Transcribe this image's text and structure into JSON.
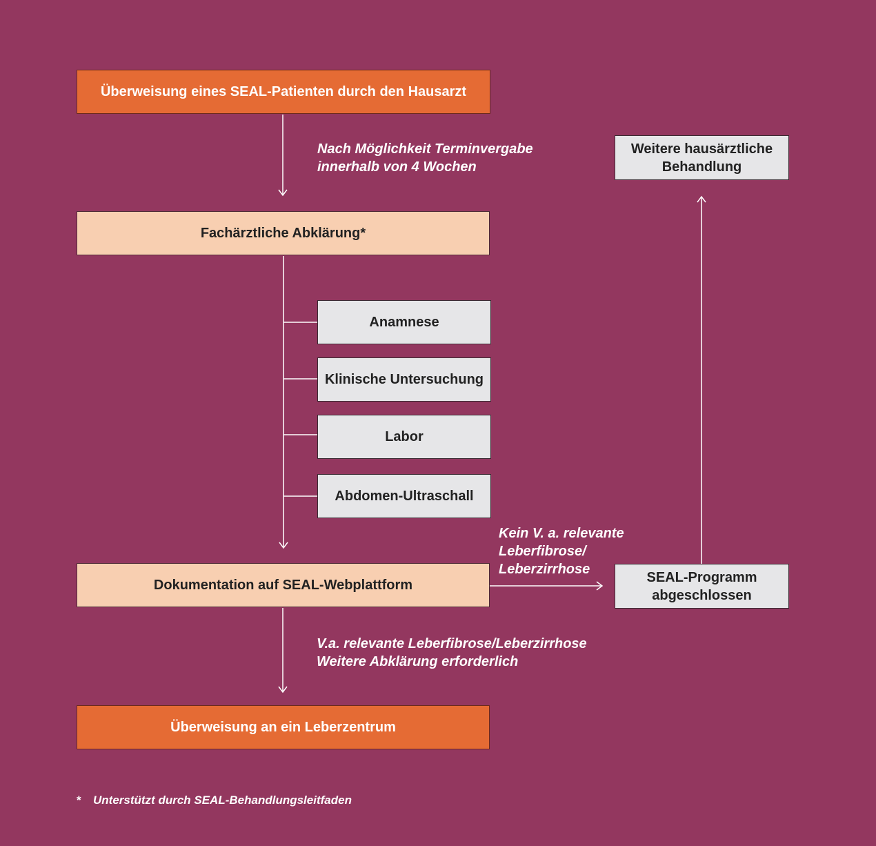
{
  "boxes": {
    "referral_gp": "Überweisung eines SEAL-Patienten durch den Hausarzt",
    "specialist_clarification": "Fachärztliche Abklärung*",
    "anamnesis": "Anamnese",
    "clinical_exam": "Klinische Untersuchung",
    "lab": "Labor",
    "abdomen_ultrasound": "Abdomen-Ultraschall",
    "documentation": "Dokumentation auf SEAL-Webplattform",
    "referral_liver_center": "Überweisung an ein Leberzentrum",
    "further_gp_treatment": [
      "Weitere hausärztliche",
      "Behandlung"
    ],
    "program_completed": [
      "SEAL-Programm",
      "abgeschlossen"
    ]
  },
  "annotations": {
    "appointment": [
      "Nach Möglichkeit Terminvergabe",
      "innerhalb von 4 Wochen"
    ],
    "no_suspicion": [
      "Kein V. a. relevante",
      "Leberfibrose/",
      "Leberzirrhose"
    ],
    "suspicion": [
      "V.a. relevante Leberfibrose/Leberzirrhose",
      "Weitere Abklärung erforderlich"
    ]
  },
  "footnote": {
    "marker": "*",
    "text": "Unterstützt durch SEAL-Behandlungsleitfaden"
  },
  "colors": {
    "background": "#93375f",
    "orange": "#e56b34",
    "peach": "#f8cfb1",
    "gray": "#e6e6e8",
    "connector": "#ffffff"
  }
}
